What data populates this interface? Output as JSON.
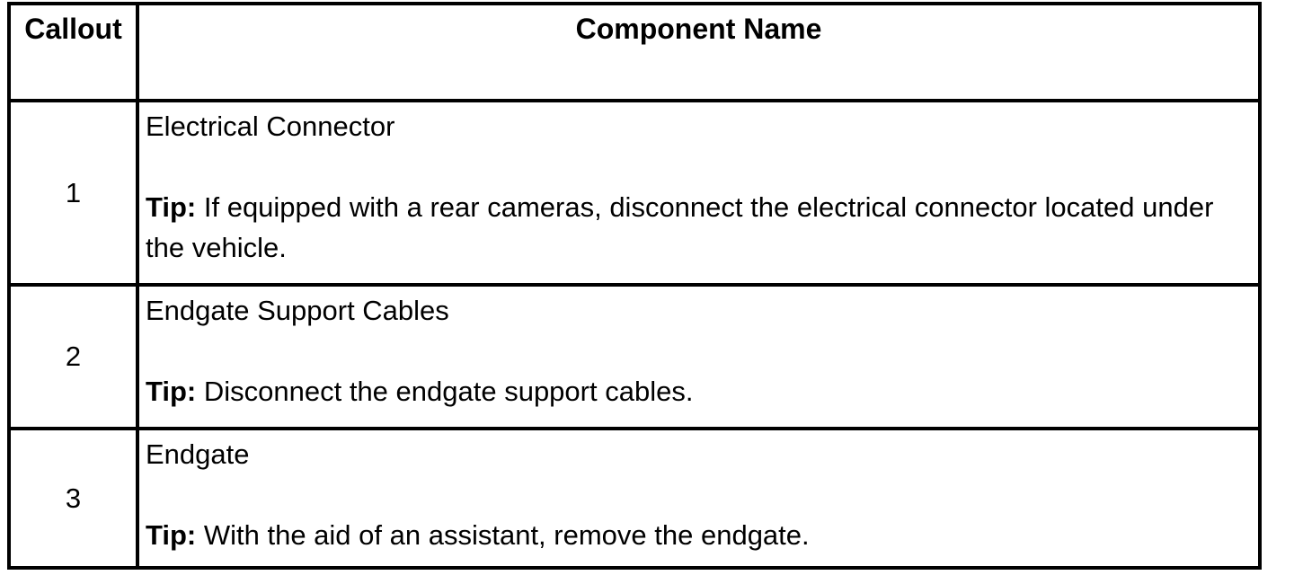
{
  "table": {
    "headers": {
      "callout": "Callout",
      "component": "Component Name"
    },
    "rows": [
      {
        "callout": "1",
        "name": "Electrical Connector",
        "tip_label": "Tip:",
        "tip_text": " If equipped with a rear cameras, disconnect the electrical connector located under the vehicle."
      },
      {
        "callout": "2",
        "name": "Endgate Support Cables",
        "tip_label": "Tip:",
        "tip_text": " Disconnect the endgate support cables."
      },
      {
        "callout": "3",
        "name": "Endgate",
        "tip_label": "Tip:",
        "tip_text": " With the aid of an assistant, remove the endgate."
      }
    ]
  }
}
